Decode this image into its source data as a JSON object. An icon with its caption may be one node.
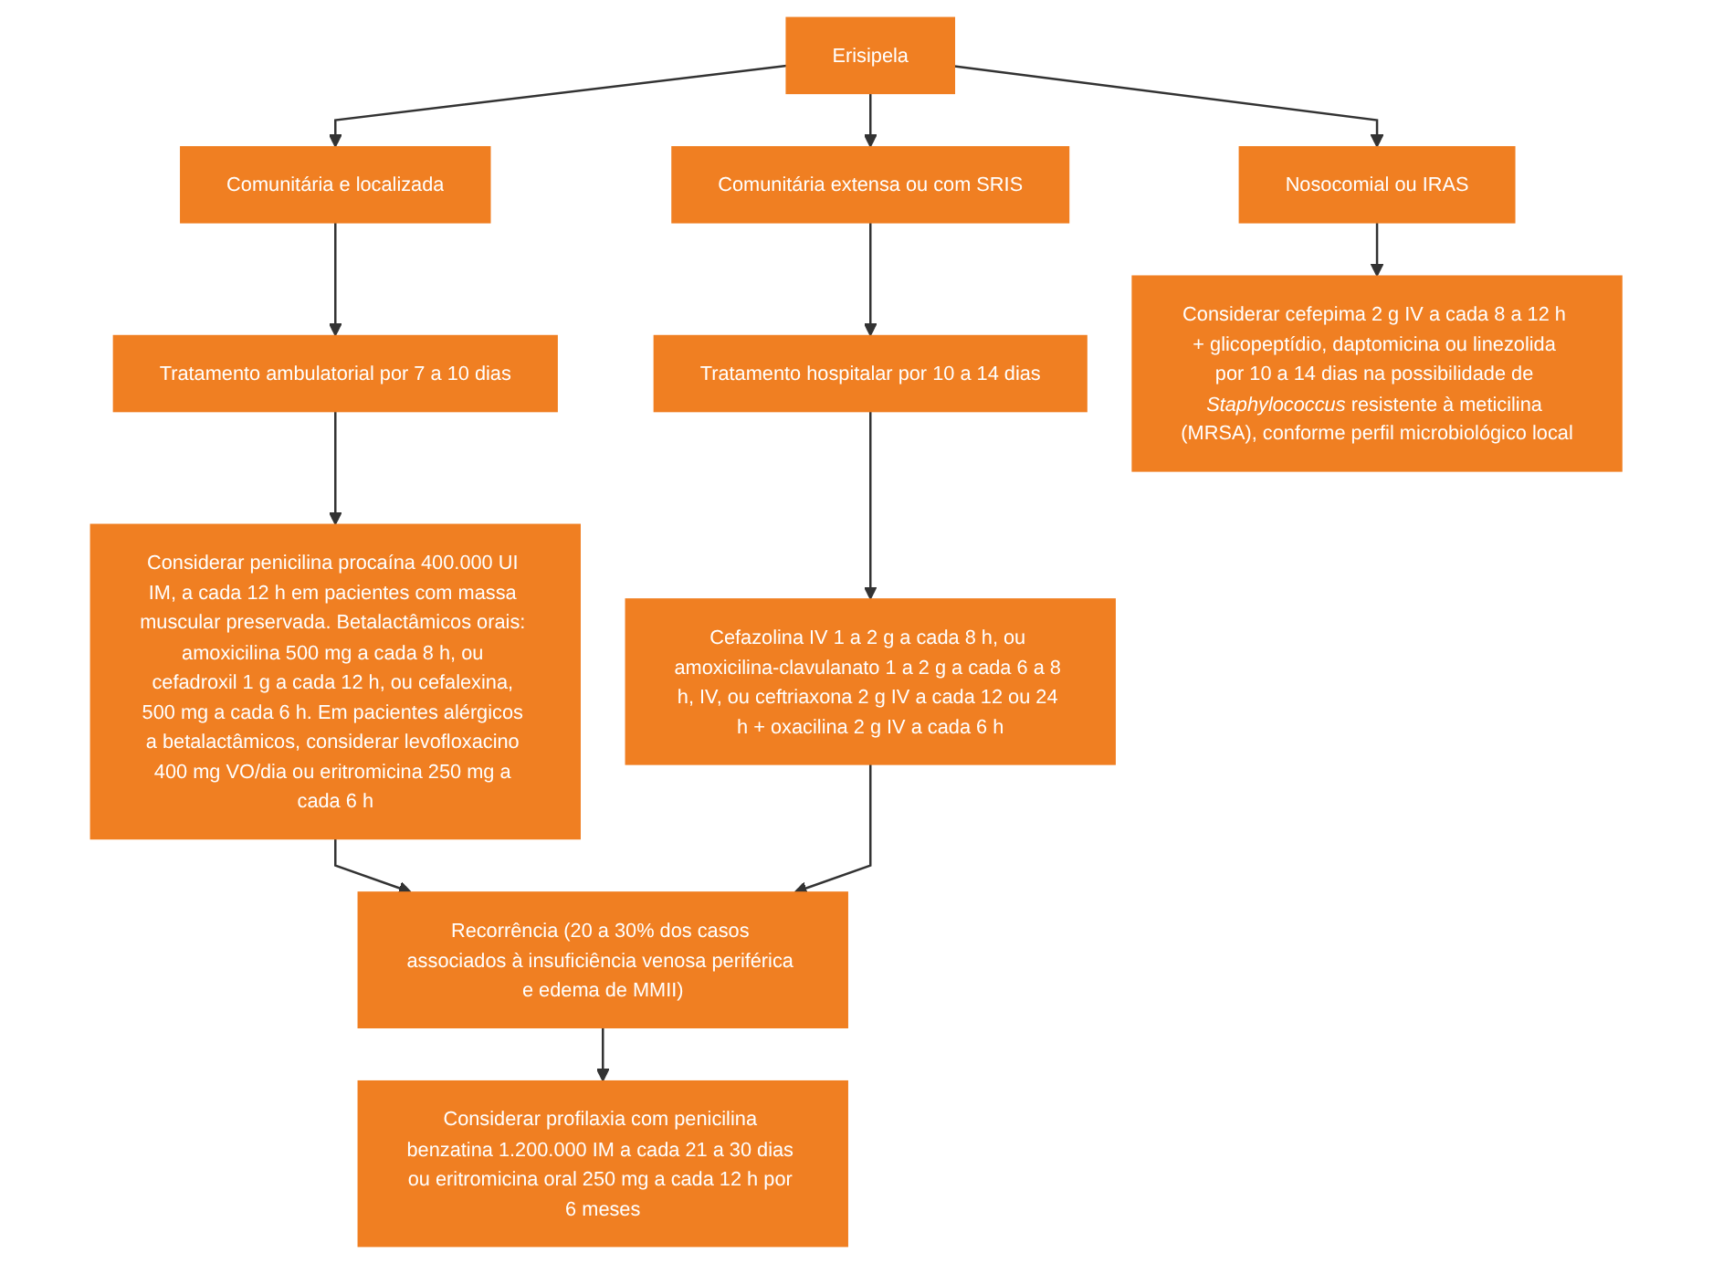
{
  "diagram": {
    "nodes": [
      {
        "text": [
          "Erisipela"
        ]
      },
      {
        "text": [
          "Comunitária e localizada"
        ]
      },
      {
        "text": [
          "Comunitária extensa ou com SRIS"
        ]
      },
      {
        "text": [
          "Nosocomial ou IRAS"
        ]
      },
      {
        "text": [
          "Tratamento ambulatorial por 7 a 10 dias"
        ]
      },
      {
        "text": [
          "Tratamento hospitalar por 10 a 14 dias"
        ]
      },
      {
        "text": [
          "Considerar penicilina procaína 400.000 UI IM, a cada 12 h em pacientes com massa muscular preservada. Betalactâmicos orais: amoxicilina 500 mg a cada 8 h, ou cefadroxil 1 g a cada 12 h, ou cefalexina, 500 mg a cada 6 h. Em pacientes alérgicos a betalactâmicos, considerar levofloxacino 400 mg VO/dia ou eritromicina 250 mg a cada 6 h"
        ]
      },
      {
        "text": [
          "Cefazolina IV 1 a 2 g a cada 8 h, ou amoxicilina-clavulanato 1 a 2 g a cada 6 a 8 h, IV, ou ceftriaxona 2 g IV a cada 12 ou 24 h + oxacilina 2 g IV a cada 6 h"
        ]
      },
      {
        "text": [
          "Considerar cefepima 2 g IV a cada 8 a 12 h + glicopeptídio, daptomicina ou linezolida por 10 a 14 dias na possibilidade de *Staphylococcus* resistente à meticilina (MRSA), conforme perfil microbiológico local"
        ]
      },
      {
        "text": [
          "Recorrência (20 a 30% dos casos associados à insuficiência venosa periférica e edema de MMII)"
        ]
      },
      {
        "text": [
          "Considerar profilaxia com penicilina benzatina 1.200.000 IM a cada 21 a 30 dias ou eritromicina oral 250 mg a cada 12 h por 6 meses"
        ]
      }
    ],
    "edges": [
      {
        "from": 0,
        "to": 1,
        "arrow": "to"
      },
      {
        "from": 0,
        "to": 2,
        "arrow": "to"
      },
      {
        "from": 0,
        "to": 3,
        "arrow": "to"
      },
      {
        "from": 1,
        "to": 4,
        "arrow": "to"
      },
      {
        "from": 2,
        "to": 5,
        "arrow": "to"
      },
      {
        "from": 3,
        "to": 8,
        "arrow": "to"
      },
      {
        "from": 4,
        "to": 6,
        "arrow": "to"
      },
      {
        "from": 5,
        "to": 7,
        "arrow": "to"
      },
      {
        "from": 6,
        "to": 9,
        "arrow": "to"
      },
      {
        "from": 7,
        "to": 9,
        "arrow": "to"
      },
      {
        "from": 9,
        "to": 10,
        "arrow": "to"
      }
    ]
  }
}
